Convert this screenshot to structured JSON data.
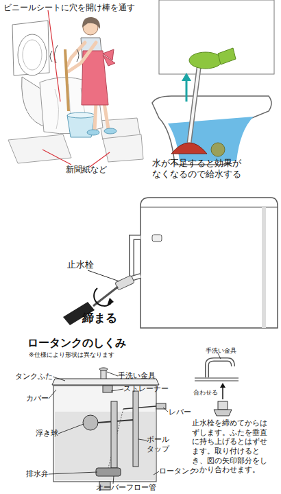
{
  "diagram": {
    "labels": [
      "ビニールシートに穴を開け棒を通す",
      "新聞紙など",
      "水が不足すると効果がなくなるので給水する",
      "止水栓",
      "締まる",
      "ロータンクのしくみ",
      "※仕様により形状は異なります",
      "タンクふた",
      "手洗い金具",
      "ストレーナー",
      "カバー",
      "レバー",
      "浮き球",
      "ボール タップ",
      "排水弁",
      "ロータンク",
      "オーバーフロー管",
      "手洗い金具",
      "合わせる",
      "止水栓を締めてからはずします。ふたを垂直に持ち上げるとはずせます。取り付けるとき、図の矢印部分をしっかり合わせます。"
    ]
  }
}
